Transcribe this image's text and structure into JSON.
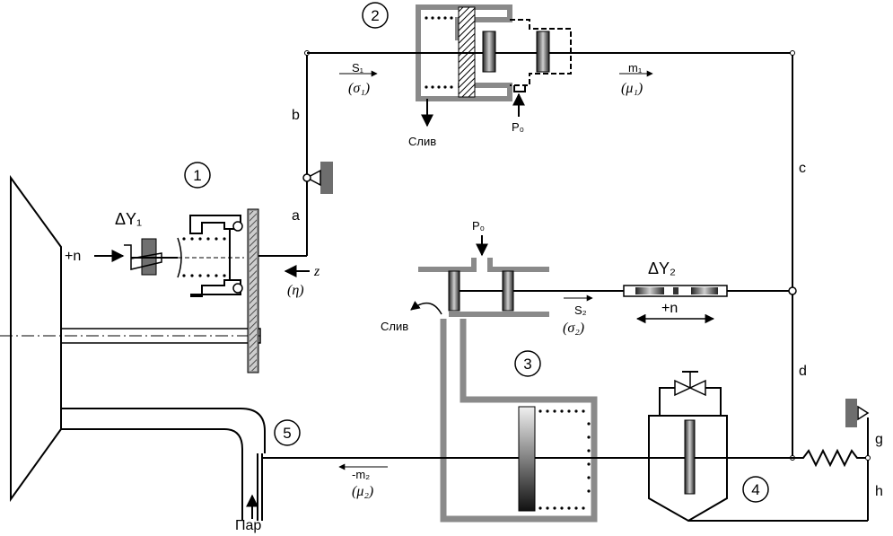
{
  "diagram": {
    "component_numbers": [
      "1",
      "2",
      "3",
      "4",
      "5"
    ],
    "nodes": {
      "a": "a",
      "b": "b",
      "c": "c",
      "d": "d",
      "g": "g",
      "h": "h"
    },
    "speed_input": "+n",
    "delta_y1": "ΔY₁",
    "delta_y2": "ΔY₂",
    "delta_y2_dir": "+n",
    "z_label": "z",
    "eta_label": "(η)",
    "s1": "S₁",
    "sigma1": "(σ₁)",
    "m1": "m₁",
    "mu1": "(μ₁)",
    "s2": "S₂",
    "sigma2": "(σ₂)",
    "m2": "-m₂",
    "mu2": "(μ₂)",
    "drain_top": "Слив",
    "drain_mid": "Слив",
    "p0_top": "P₀",
    "p0_mid": "P₀",
    "steam": "Пар"
  },
  "colors": {
    "line": "#000000",
    "body": "#8a8a8a",
    "dark": "#4a4a4a"
  }
}
